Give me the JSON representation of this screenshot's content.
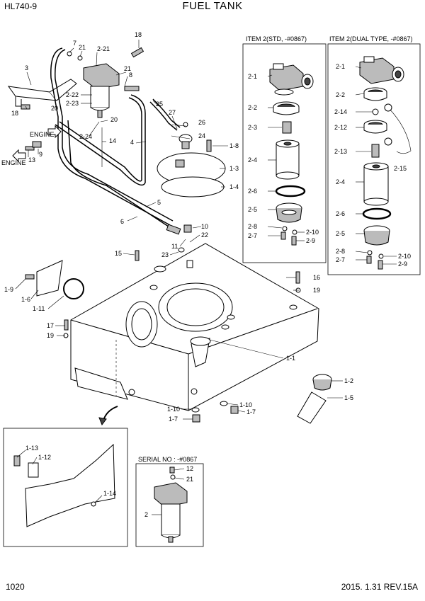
{
  "header": {
    "model": "HL740-9",
    "title": "FUEL TANK"
  },
  "footer": {
    "page": "1020",
    "revision": "2015. 1.31  REV.15A"
  },
  "insets": {
    "std_title": "ITEM 2(STD, -#0867)",
    "dual_title": "ITEM 2(DUAL TYPE, -#0867)",
    "serial_title": "SERIAL NO : -#0867"
  },
  "engine_labels": [
    "ENGINE",
    "ENGINE"
  ],
  "callouts": {
    "main": [
      "HL740-9",
      "18",
      "7",
      "21",
      "2-21",
      "3",
      "21",
      "8",
      "2-22",
      "2-23",
      "18",
      "20",
      "25",
      "27",
      "26",
      "20",
      "2-24",
      "24",
      "14",
      "4",
      "9",
      "13",
      "1-8",
      "1-3",
      "1-4",
      "5",
      "6",
      "10",
      "11",
      "22",
      "23",
      "15",
      "1-9",
      "1-6",
      "1-11",
      "16",
      "19",
      "17",
      "19",
      "1-1",
      "1-2",
      "1-5",
      "1-10",
      "1-7",
      "1-10",
      "1-7"
    ],
    "std": [
      "2-1",
      "2-2",
      "2-3",
      "2-4",
      "2-6",
      "2-5",
      "2-8",
      "2-7",
      "2-10",
      "2-9"
    ],
    "dual": [
      "2-1",
      "2-2",
      "2-14",
      "2-12",
      "2-13",
      "2-15",
      "2-4",
      "2-6",
      "2-5",
      "2-8",
      "2-7",
      "2-10",
      "2-9"
    ],
    "lower_left": [
      "1-13",
      "1-12",
      "1-14"
    ],
    "serial": [
      "12",
      "21",
      "2"
    ]
  }
}
